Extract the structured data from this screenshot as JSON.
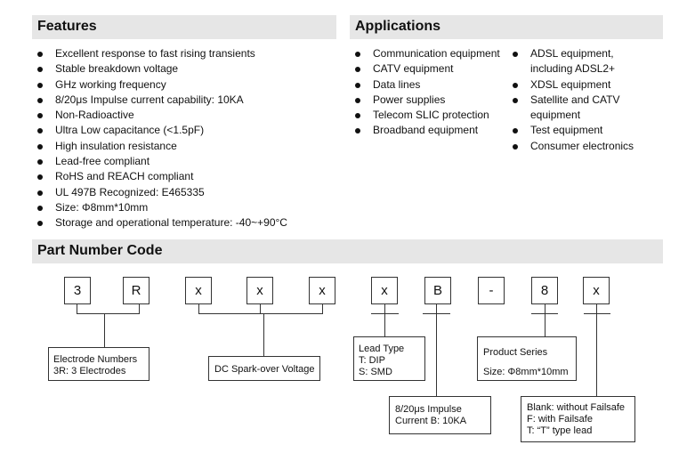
{
  "features": {
    "title": "Features",
    "items": [
      "Excellent response to fast rising transients",
      "Stable breakdown voltage",
      "GHz working frequency",
      "8/20μs Impulse current capability: 10KA",
      "Non-Radioactive",
      "Ultra Low capacitance (<1.5pF)",
      "High insulation resistance",
      "Lead-free compliant",
      "RoHS and REACH compliant",
      "UL 497B Recognized: E465335",
      "Size: Φ8mm*10mm",
      "Storage and operational temperature: -40~+90°C"
    ]
  },
  "applications": {
    "title": "Applications",
    "col1": [
      "Communication equipment",
      "CATV equipment",
      "Data lines",
      "Power supplies",
      "Telecom SLIC protection",
      "Broadband equipment"
    ],
    "col2": [
      "ADSL equipment, including ADSL2+",
      "XDSL equipment",
      "Satellite and CATV equipment",
      "Test equipment",
      "Consumer electronics"
    ]
  },
  "part_number": {
    "title": "Part Number Code",
    "chars": [
      "3",
      "R",
      "x",
      "x",
      "x",
      "x",
      "B",
      "-",
      "8",
      "x"
    ],
    "electrode": [
      "Electrode Numbers",
      "3R: 3 Electrodes"
    ],
    "dc_spark": "DC Spark-over Voltage",
    "lead_type": [
      "Lead Type",
      "T: DIP",
      "S: SMD"
    ],
    "impulse": [
      "8/20μs Impulse",
      "Current   B: 10KA"
    ],
    "product_series": [
      "Product Series",
      "Size: Φ8mm*10mm"
    ],
    "failsafe": [
      "Blank: without Failsafe",
      "F: with Failsafe",
      "T: “T” type lead"
    ]
  }
}
